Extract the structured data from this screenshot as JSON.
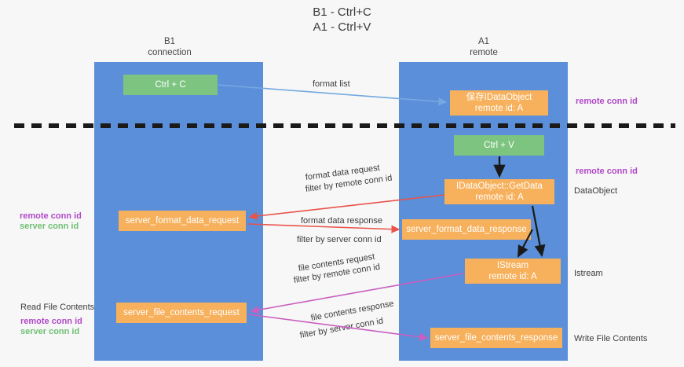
{
  "title": {
    "line1": "B1 - Ctrl+C",
    "line2": "A1 - Ctrl+V"
  },
  "columns": {
    "left": {
      "name": "B1",
      "role": "connection"
    },
    "right": {
      "name": "A1",
      "role": "remote"
    }
  },
  "colors": {
    "lane": "#5b8fd9",
    "green_box": "#7cc47f",
    "orange_box": "#f7b05b",
    "remote_conn_id": "#b048c8",
    "server_conn_id": "#6fbf73",
    "arrow_blue": "#74a9e0",
    "arrow_red": "#e8534a",
    "arrow_pink": "#c95fc0",
    "arrow_black": "#1a1a1a",
    "divider": "#1a1a1a",
    "background": "#f7f7f7"
  },
  "boxes": {
    "ctrl_c": "Ctrl + C",
    "ctrl_v": "Ctrl + V",
    "save_idataobject": "保存IDataObject\nremote id: A",
    "idataobject_getdata": "IDataObject::GetData\nremote id: A",
    "istream": "IStream\nremote id: A",
    "server_format_data_request": "server_format_data_request",
    "server_format_data_response": "server_format_data_response",
    "server_file_contents_request": "server_file_contents_request",
    "server_file_contents_response": "server_file_contents_response"
  },
  "edge_labels": {
    "format_list": "format list",
    "format_data_request": "format data request",
    "format_data_request_filter_prefix": "filter by ",
    "format_data_request_filter_key": "remote conn id",
    "format_data_response": "format data response",
    "format_data_response_filter_prefix": "filter by ",
    "format_data_response_filter_key": "server conn id",
    "file_contents_request": "file contents request",
    "file_contents_request_filter_prefix": "filter by ",
    "file_contents_request_filter_key": "remote conn id",
    "file_contents_response": "file contents response",
    "file_contents_response_filter_prefix": "filter by ",
    "file_contents_response_filter_key": "server conn id"
  },
  "side_labels": {
    "right_remote_conn_id_top": "remote conn id",
    "right_remote_conn_id_mid": "remote conn id",
    "right_dataobject": "DataObject",
    "right_istream": "Istream",
    "right_write_file_contents": "Write File Contents",
    "left_remote_conn_id_mid": "remote conn id",
    "left_server_conn_id_mid": "server conn id",
    "left_read_file_contents": "Read File Contents",
    "left_remote_conn_id_bottom": "remote conn id",
    "left_server_conn_id_bottom": "server conn id"
  }
}
